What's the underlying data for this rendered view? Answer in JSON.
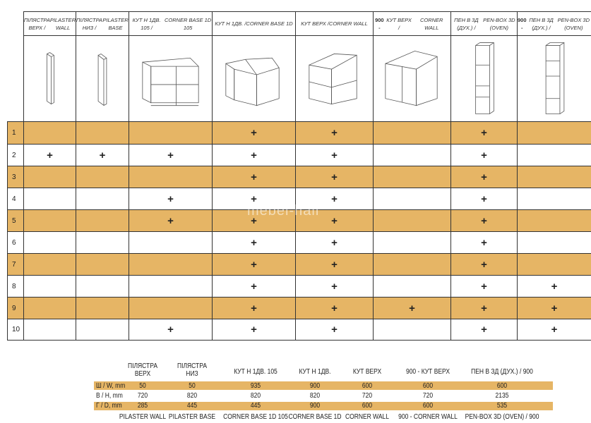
{
  "columns": [
    {
      "ua": "ПІЛЯСТРА ВЕРХ /",
      "en": "PILASTER WALL",
      "bold": "",
      "icon": "pilaster-wall"
    },
    {
      "ua": "ПІЛЯСТРА НИЗ /",
      "en": "PILASTER BASE",
      "bold": "",
      "icon": "pilaster-base"
    },
    {
      "ua": "КУТ Н 1ДВ. 105 /",
      "en": "CORNER BASE 1D 105",
      "bold": "",
      "icon": "corner-base-105"
    },
    {
      "ua": "КУТ Н 1ДВ. /",
      "en": "CORNER BASE 1D",
      "bold": "",
      "icon": "corner-base"
    },
    {
      "ua": "КУТ ВЕРХ /",
      "en": "CORNER WALL",
      "bold": "",
      "icon": "corner-wall"
    },
    {
      "ua": "КУТ ВЕРХ /",
      "en": "CORNER WALL",
      "bold": "900 - ",
      "icon": "corner-wall-900"
    },
    {
      "ua": "ПЕН В 3Д (ДУХ.) /",
      "en": "PEN-BOX 3D (OVEN)",
      "bold": "",
      "icon": "pen-box"
    },
    {
      "ua": "ПЕН В 3Д (ДУХ.) /",
      "en": "PEN-BOX 3D (OVEN)",
      "bold": "900 - ",
      "icon": "pen-box-900"
    }
  ],
  "rows": [
    {
      "n": "1",
      "plus": [
        3,
        4,
        6
      ]
    },
    {
      "n": "2",
      "plus": [
        0,
        1,
        2,
        3,
        4,
        6
      ]
    },
    {
      "n": "3",
      "plus": [
        3,
        4,
        6
      ]
    },
    {
      "n": "4",
      "plus": [
        2,
        3,
        4,
        6
      ]
    },
    {
      "n": "5",
      "plus": [
        2,
        3,
        4,
        6
      ]
    },
    {
      "n": "6",
      "plus": [
        3,
        4,
        6
      ]
    },
    {
      "n": "7",
      "plus": [
        3,
        4,
        6
      ]
    },
    {
      "n": "8",
      "plus": [
        3,
        4,
        6,
        7
      ]
    },
    {
      "n": "9",
      "plus": [
        3,
        4,
        5,
        6,
        7
      ]
    },
    {
      "n": "10",
      "plus": [
        2,
        3,
        4,
        6,
        7
      ]
    }
  ],
  "plus_symbol": "+",
  "watermark": "mebel-hall",
  "colors": {
    "accent": "#e6b565"
  },
  "dims": {
    "headers": [
      "ПІЛЯСТРА ВЕРХ",
      "ПІЛЯСТРА НИЗ",
      "КУТ Н 1ДВ. 105",
      "КУТ Н 1ДВ.",
      "КУТ ВЕРХ",
      "900 - КУТ ВЕРХ",
      "ПЕН В ЗД (ДУХ.) / 900"
    ],
    "rows": [
      {
        "label": "Ш / W, mm",
        "values": [
          "50",
          "50",
          "935",
          "900",
          "600",
          "600",
          "600"
        ]
      },
      {
        "label": "В / H, mm",
        "values": [
          "720",
          "820",
          "820",
          "820",
          "720",
          "720",
          "2135"
        ]
      },
      {
        "label": "Г / D, mm",
        "values": [
          "285",
          "445",
          "445",
          "900",
          "600",
          "600",
          "535"
        ]
      }
    ],
    "footers": [
      "PILASTER WALL",
      "PILASTER BASE",
      "CORNER BASE 1D 105",
      "CORNER BASE 1D",
      "CORNER WALL",
      "900 - CORNER WALL",
      "PEN-BOX 3D (OVEN) / 900"
    ]
  }
}
